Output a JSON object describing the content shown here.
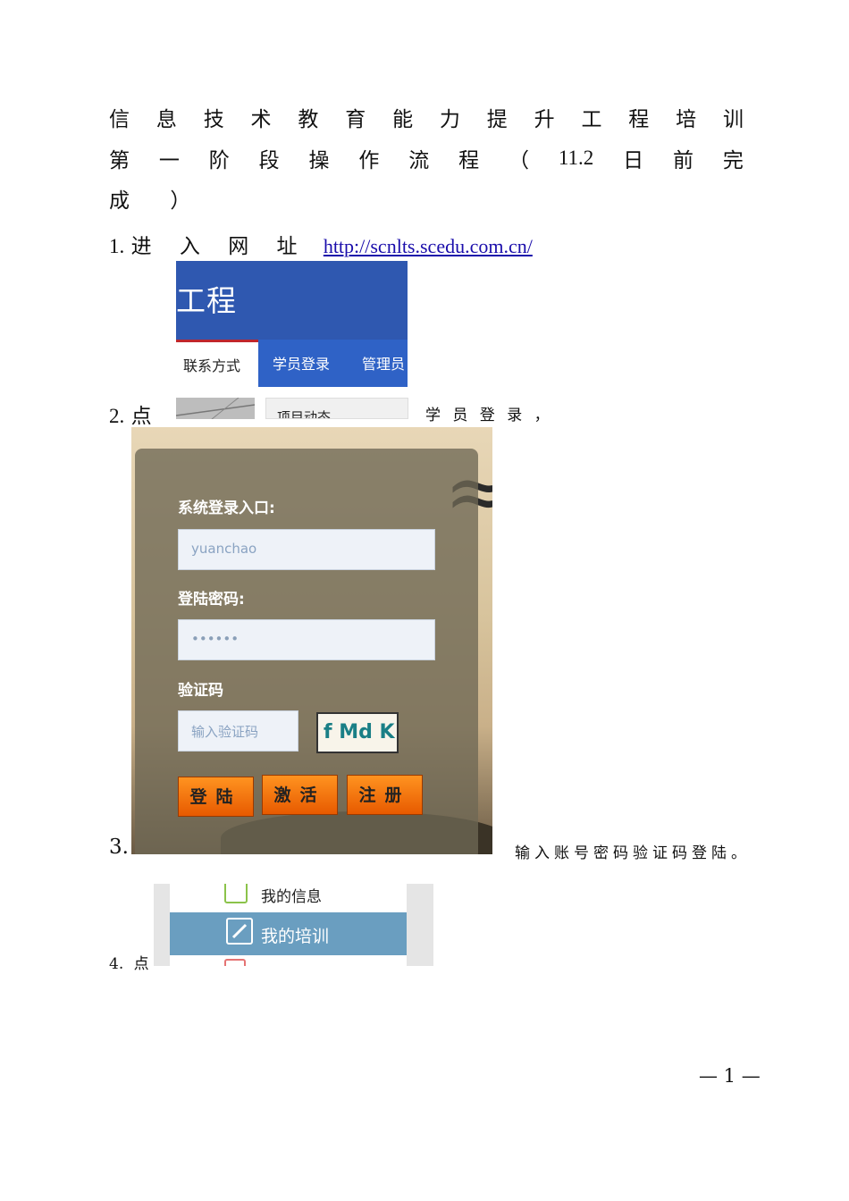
{
  "title": {
    "line1": [
      "信",
      "息",
      "技",
      "术",
      "教",
      "育",
      "能",
      "力",
      "提",
      "升",
      "工",
      "程",
      "培",
      "训"
    ],
    "line2": [
      "第",
      "一",
      "阶",
      "段",
      "操",
      "作",
      "流",
      "程",
      "（",
      "11.2",
      "日",
      "前",
      "完"
    ],
    "line3": [
      "成",
      "）"
    ]
  },
  "step1": {
    "number": "1.",
    "chars": [
      "进",
      "入",
      "网",
      "址"
    ],
    "url": "http://scnlts.scedu.com.cn/",
    "screenshot": {
      "banner_text": "工程",
      "nav_items": [
        "联系方式",
        "学员登录",
        "管理员"
      ]
    }
  },
  "step2": {
    "number": "2.",
    "verb": "点",
    "snippet_text": "项目动态",
    "suffix": "学 员 登 录 ，"
  },
  "login": {
    "section_label": "系统登录入口:",
    "username_value": "yuanchao",
    "password_label": "登陆密码:",
    "password_value": "••••••",
    "captcha_label": "验证码",
    "captcha_placeholder": "输入验证码",
    "captcha_text": "f Md K",
    "buttons": [
      "登陆",
      "激活",
      "注册"
    ]
  },
  "step3": {
    "number": "3.",
    "text": "输入账号密码验证码登陆。"
  },
  "step4": {
    "number": "4.",
    "verb": "点",
    "menu_items": [
      "我的信息",
      "我的培训"
    ]
  },
  "page_number": "— 1 —",
  "colors": {
    "banner": "#2f58b0",
    "nav": "#2f62c6",
    "nav_active_border": "#c0262c",
    "link": "#1a0dab",
    "login_button": "#f07800",
    "menu_selected": "#6a9ec0"
  }
}
